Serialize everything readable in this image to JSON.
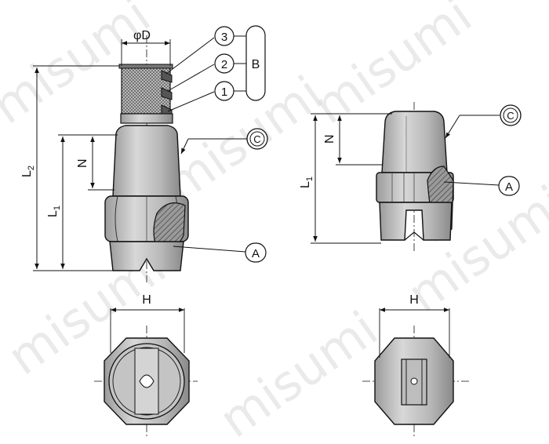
{
  "watermark": {
    "text": "misumi"
  },
  "left_view": {
    "dim_phi_d": "φD",
    "dim_l2": "L",
    "dim_l2_sub": "2",
    "dim_l1": "L",
    "dim_l1_sub": "1",
    "dim_n": "N",
    "callout_c": "C",
    "callout_a": "A",
    "callout_b": "B",
    "callout_1": "1",
    "callout_2": "2",
    "callout_3": "3"
  },
  "right_view": {
    "dim_l1": "L",
    "dim_l1_sub": "1",
    "dim_n": "N",
    "callout_c": "C",
    "callout_a": "A"
  },
  "bottom_left": {
    "dim_h": "H"
  },
  "bottom_right": {
    "dim_h": "H"
  }
}
